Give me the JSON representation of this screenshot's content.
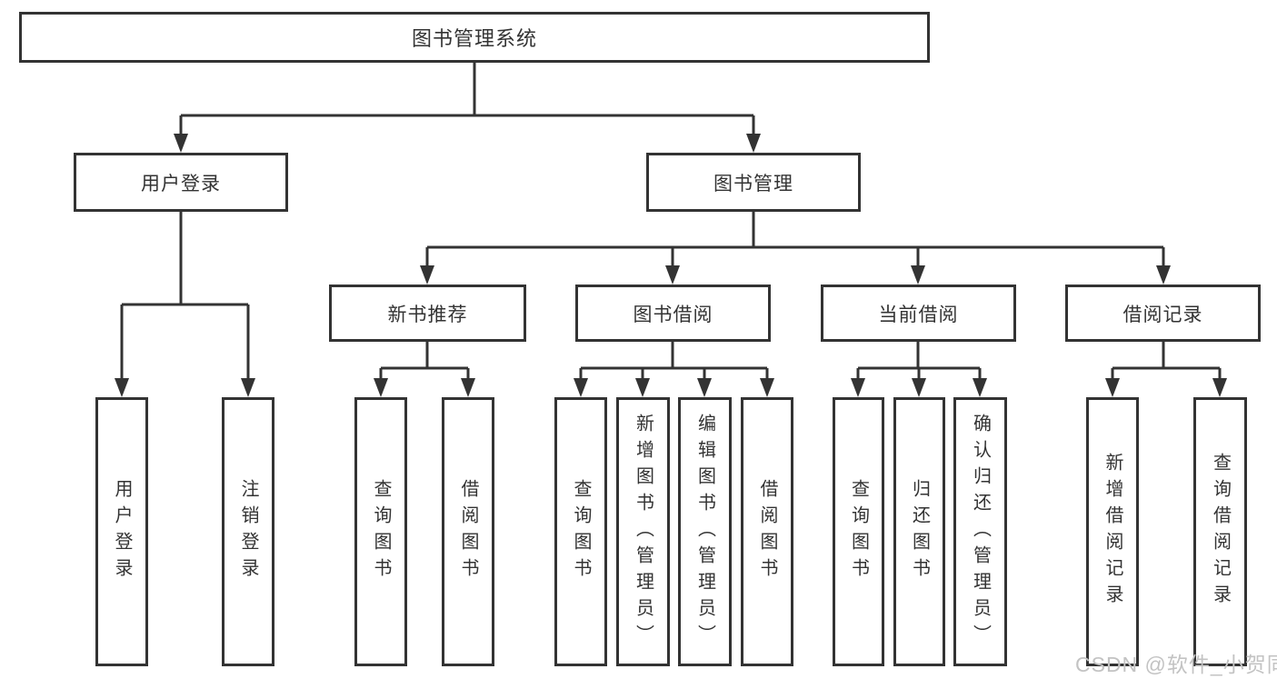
{
  "diagram": {
    "root": {
      "label": "图书管理系统",
      "children": [
        {
          "label": "用户登录",
          "children": [
            {
              "label": "用户登录"
            },
            {
              "label": "注销登录"
            }
          ]
        },
        {
          "label": "图书管理",
          "children": [
            {
              "label": "新书推荐",
              "children": [
                {
                  "label": "查询图书"
                },
                {
                  "label": "借阅图书"
                }
              ]
            },
            {
              "label": "图书借阅",
              "children": [
                {
                  "label": "查询图书"
                },
                {
                  "label": "新增图书（管理员）"
                },
                {
                  "label": "编辑图书（管理员）"
                },
                {
                  "label": "借阅图书"
                }
              ]
            },
            {
              "label": "当前借阅",
              "children": [
                {
                  "label": "查询图书"
                },
                {
                  "label": "归还图书"
                },
                {
                  "label": "确认归还（管理员）"
                }
              ]
            },
            {
              "label": "借阅记录",
              "children": [
                {
                  "label": "新增借阅记录"
                },
                {
                  "label": "查询借阅记录"
                }
              ]
            }
          ]
        }
      ]
    }
  },
  "watermark": {
    "text": "CSDN @软件_小贺同学"
  },
  "colors": {
    "line": "#333333",
    "box_border": "#333333",
    "text": "#333333",
    "watermark": "#c3c3c3",
    "background": "#ffffff"
  }
}
